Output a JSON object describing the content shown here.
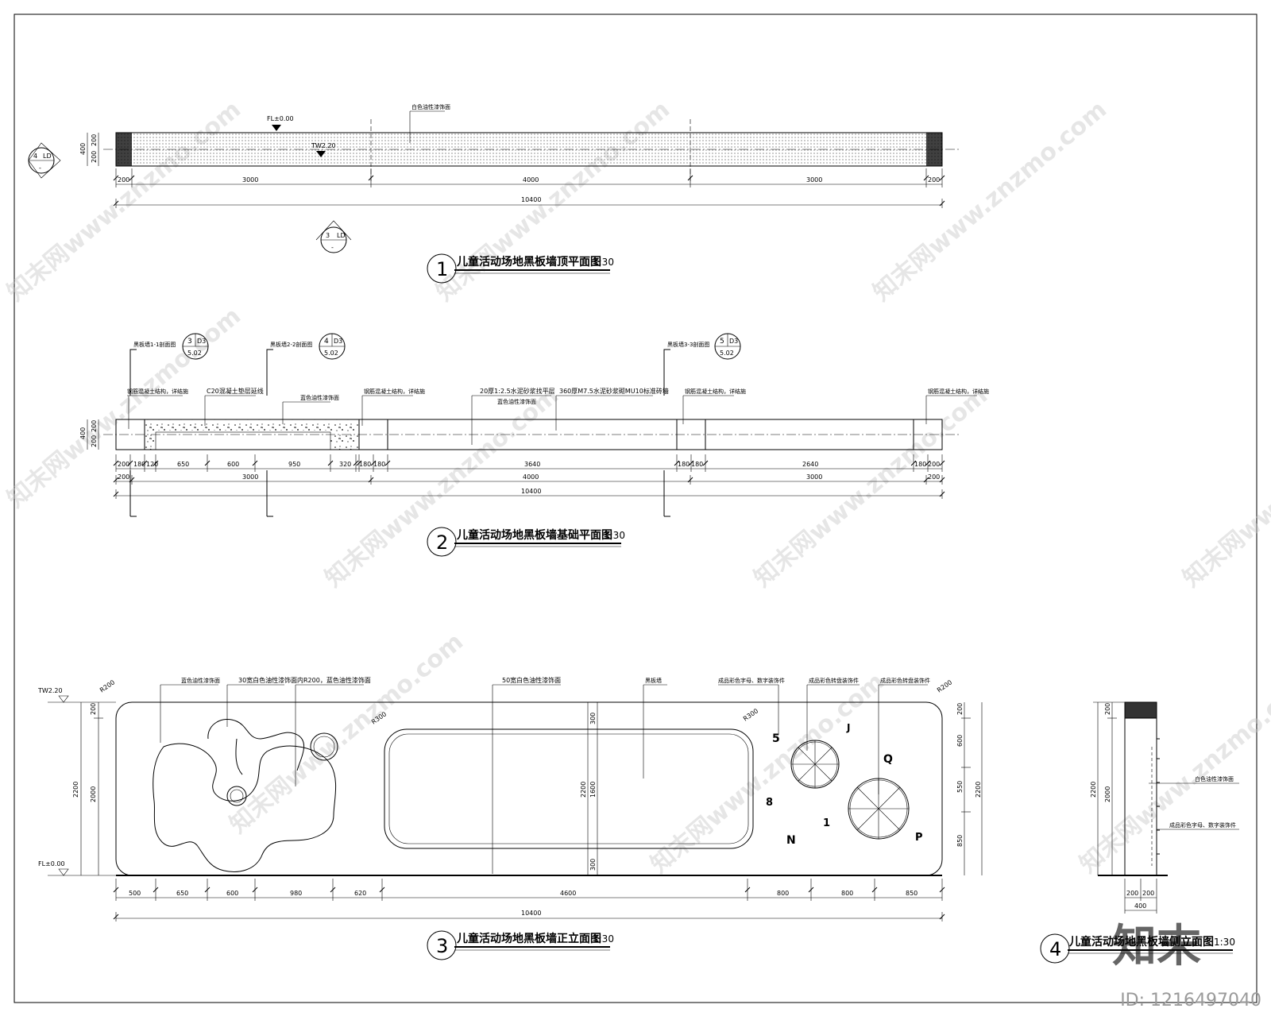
{
  "watermark": {
    "site": "知末网www.znzmo.com",
    "brand": "知末",
    "id_label": "ID: 1216497040"
  },
  "plan1": {
    "title": "儿童活动场地黑板墙顶平面图",
    "scale": "1:30",
    "number": "1",
    "notes": {
      "fl": "FL±0.00",
      "tw": "TW2.20",
      "paint": "白色油性漆饰面"
    },
    "dims_side": [
      "200",
      "200",
      "400"
    ],
    "dims_row1": [
      "200",
      "3000",
      "4000",
      "3000",
      "200"
    ],
    "dims_total": "10400",
    "markers": [
      {
        "num": "4",
        "ref": "LD"
      },
      {
        "num": "3",
        "ref": "LD"
      }
    ]
  },
  "plan2": {
    "title": "儿童活动场地黑板墙基础平面图",
    "scale": "1:30",
    "number": "2",
    "sections": [
      {
        "label": "黑板墙1-1剖面图",
        "num": "3",
        "ref": "D3",
        "sheet": "5.02"
      },
      {
        "label": "黑板墙2-2剖面图",
        "num": "4",
        "ref": "D3",
        "sheet": "5.02"
      },
      {
        "label": "黑板墙3-3剖面图",
        "num": "5",
        "ref": "D3",
        "sheet": "5.02"
      }
    ],
    "notes": [
      "钢筋混凝土结构，详结施",
      "C20混凝土垫层延线",
      "蓝色油性漆饰面",
      "钢筋混凝土结构，详结施",
      "20厚1:2.5水泥砂浆找平层",
      "蓝色油性漆饰面",
      "360厚M7.5水泥砂浆砌MU10标准砖墙",
      "钢筋混凝土结构，详结施",
      "钢筋混凝土结构，详结施"
    ],
    "dims_side": [
      "200",
      "200",
      "400"
    ],
    "dims_row1": [
      "200",
      "180",
      "120",
      "650",
      "600",
      "950",
      "320",
      "180",
      "180",
      "3640",
      "180",
      "180",
      "2640",
      "180",
      "200"
    ],
    "dims_row2": [
      "200",
      "3000",
      "4000",
      "3000",
      "200"
    ],
    "dims_total": "10400"
  },
  "elev3": {
    "title": "儿童活动场地黑板墙正立面图",
    "scale": "1:30",
    "number": "3",
    "levels": {
      "tw": "TW2.20",
      "fl": "FL±0.00"
    },
    "radii": [
      "R200",
      "R200",
      "R300",
      "R300"
    ],
    "notes": [
      "蓝色油性漆饰面",
      "30宽白色油性漆饰面",
      "内R200，蓝色油性漆饰面",
      "50宽白色油性漆饰面",
      "黑板墙",
      "成品彩色字母、数字装饰件",
      "成品彩色转盘装饰件",
      "成品彩色转盘装饰件"
    ],
    "letters": [
      "5",
      "J",
      "Q",
      "8",
      "1",
      "N",
      "P"
    ],
    "dims_left_outer": "2200",
    "dims_left_inner": [
      "200",
      "2000"
    ],
    "dims_center": [
      "300",
      "300",
      "2200",
      "1600"
    ],
    "dims_right": [
      "200",
      "600",
      "550",
      "850",
      "2200"
    ],
    "dims_bottom": [
      "500",
      "650",
      "600",
      "980",
      "620",
      "4600",
      "800",
      "800",
      "850"
    ],
    "dims_total": "10400"
  },
  "elev4": {
    "title": "儿童活动场地黑板墙侧立面图",
    "scale": "1:30",
    "number": "4",
    "notes": [
      "白色油性漆饰面",
      "成品彩色字母、数字装饰件"
    ],
    "dims_left": [
      "200",
      "2200",
      "2000"
    ],
    "dims_bottom": [
      "200",
      "200",
      "400"
    ]
  }
}
